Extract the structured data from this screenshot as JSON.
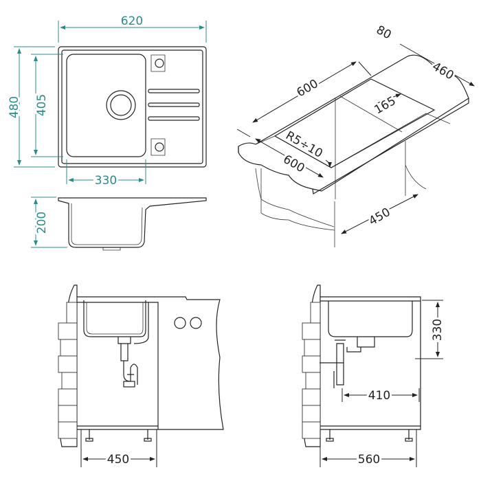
{
  "colors": {
    "dimension_top_views": "#2b8c8c",
    "lines": "#222222"
  },
  "top_view": {
    "width": "620",
    "height": "480",
    "basin_height": "405",
    "basin_width": "330"
  },
  "side_view": {
    "depth": "200"
  },
  "iso_view": {
    "flange": "80",
    "cabinet_depth": "460",
    "cut_length": "600",
    "drainer": "165",
    "corner_radius": "R5÷10",
    "cut_width": "600",
    "cabinet_width": "450"
  },
  "front_install": {
    "cabinet_width": "450"
  },
  "side_install": {
    "cabinet_depth": "560",
    "depth": "330",
    "drain_offset": "410"
  }
}
